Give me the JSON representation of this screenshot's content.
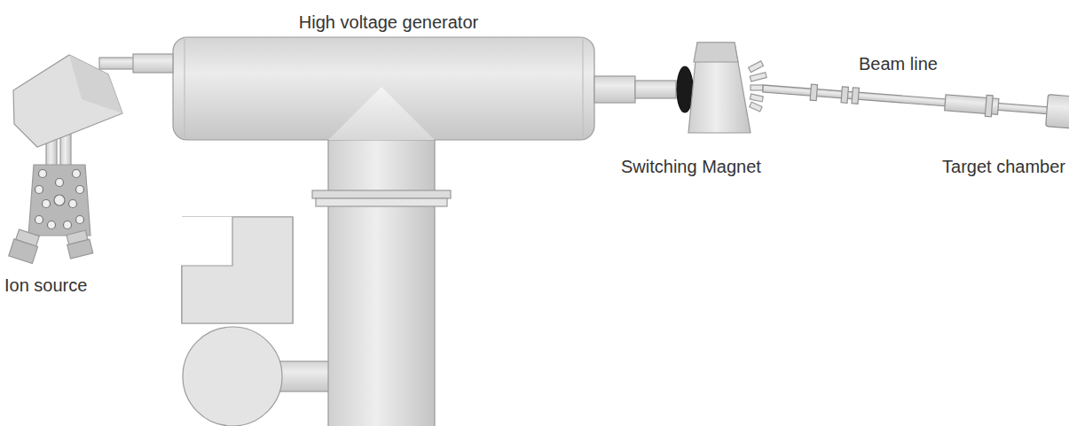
{
  "diagram": {
    "labels": [
      "High voltage generator",
      "Beam line",
      "Switching Magnet",
      "Target chamber",
      "Ion source"
    ]
  }
}
